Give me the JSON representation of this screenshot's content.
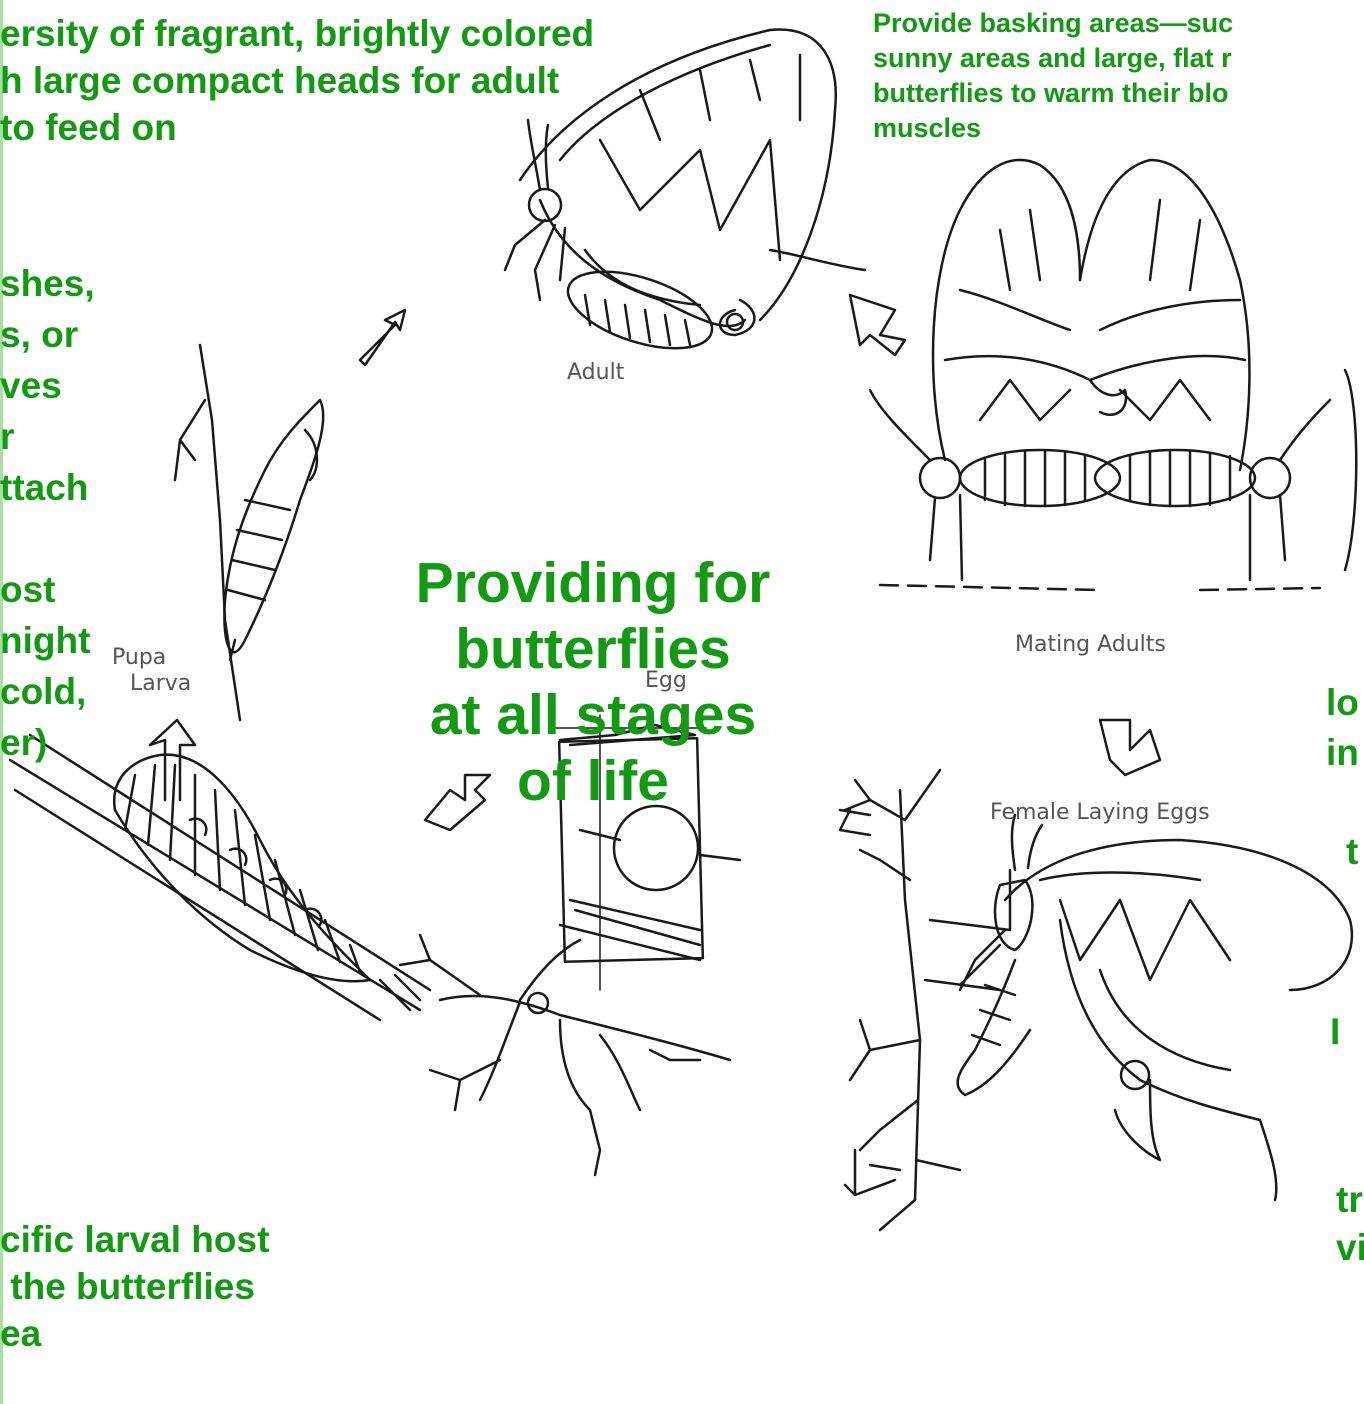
{
  "title_lines": [
    "Providing for",
    "butterflies",
    "at all stages",
    "of life"
  ],
  "notes": {
    "top_left": [
      "ersity of fragrant, brightly colored",
      "h large compact heads for adult",
      "to feed on"
    ],
    "top_right": [
      "Provide basking areas—suc",
      "sunny areas and large, flat r",
      "butterflies to warm their blo",
      "muscles"
    ],
    "left": [
      "shes,",
      "s, or",
      "ves",
      "r",
      "ttach",
      "",
      "ost",
      "night",
      "cold,",
      "er)"
    ],
    "right": [
      "lo",
      "in",
      "",
      "t",
      "",
      "",
      "",
      "",
      "",
      "tr",
      "vi"
    ],
    "bottom_left": [
      "cific larval host",
      " the butterflies",
      "ea"
    ]
  },
  "stages": {
    "adult": "Adult",
    "mating": "Mating Adults",
    "laying": "Female Laying Eggs",
    "egg": "Egg",
    "larva": "Larva",
    "pupa": "Pupa"
  },
  "colors": {
    "accent_green": "#139a13",
    "line_art": "#1a1a1a",
    "edge_line": "#a8e0a0"
  }
}
